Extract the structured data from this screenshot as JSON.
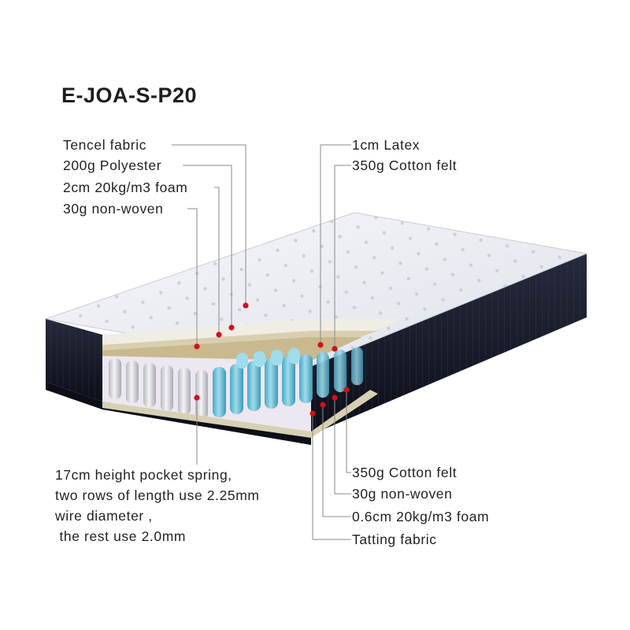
{
  "title": "E-JOA-S-P20",
  "labels_left": [
    "Tencel  fabric",
    "200g Polyester",
    "2cm 20kg/m3 foam",
    "30g non-woven"
  ],
  "labels_right_top": [
    "1cm Latex",
    "350g Cotton felt"
  ],
  "labels_right_bottom": [
    "350g Cotton felt",
    "30g non-woven",
    "0.6cm 20kg/m3 foam",
    "Tatting  fabric"
  ],
  "spring_description": [
    "17cm height pocket spring,",
    "two rows of length use 2.25mm",
    "wire diameter ,",
    " the rest use 2.0mm"
  ],
  "colors": {
    "marker": "#d0101a",
    "leader_line": "#8a8a8a",
    "border_fabric": "#15182a",
    "top_fabric": "#eef0f5",
    "spring_blue": "#78c6dc",
    "spring_white": "#e4e4e8"
  }
}
